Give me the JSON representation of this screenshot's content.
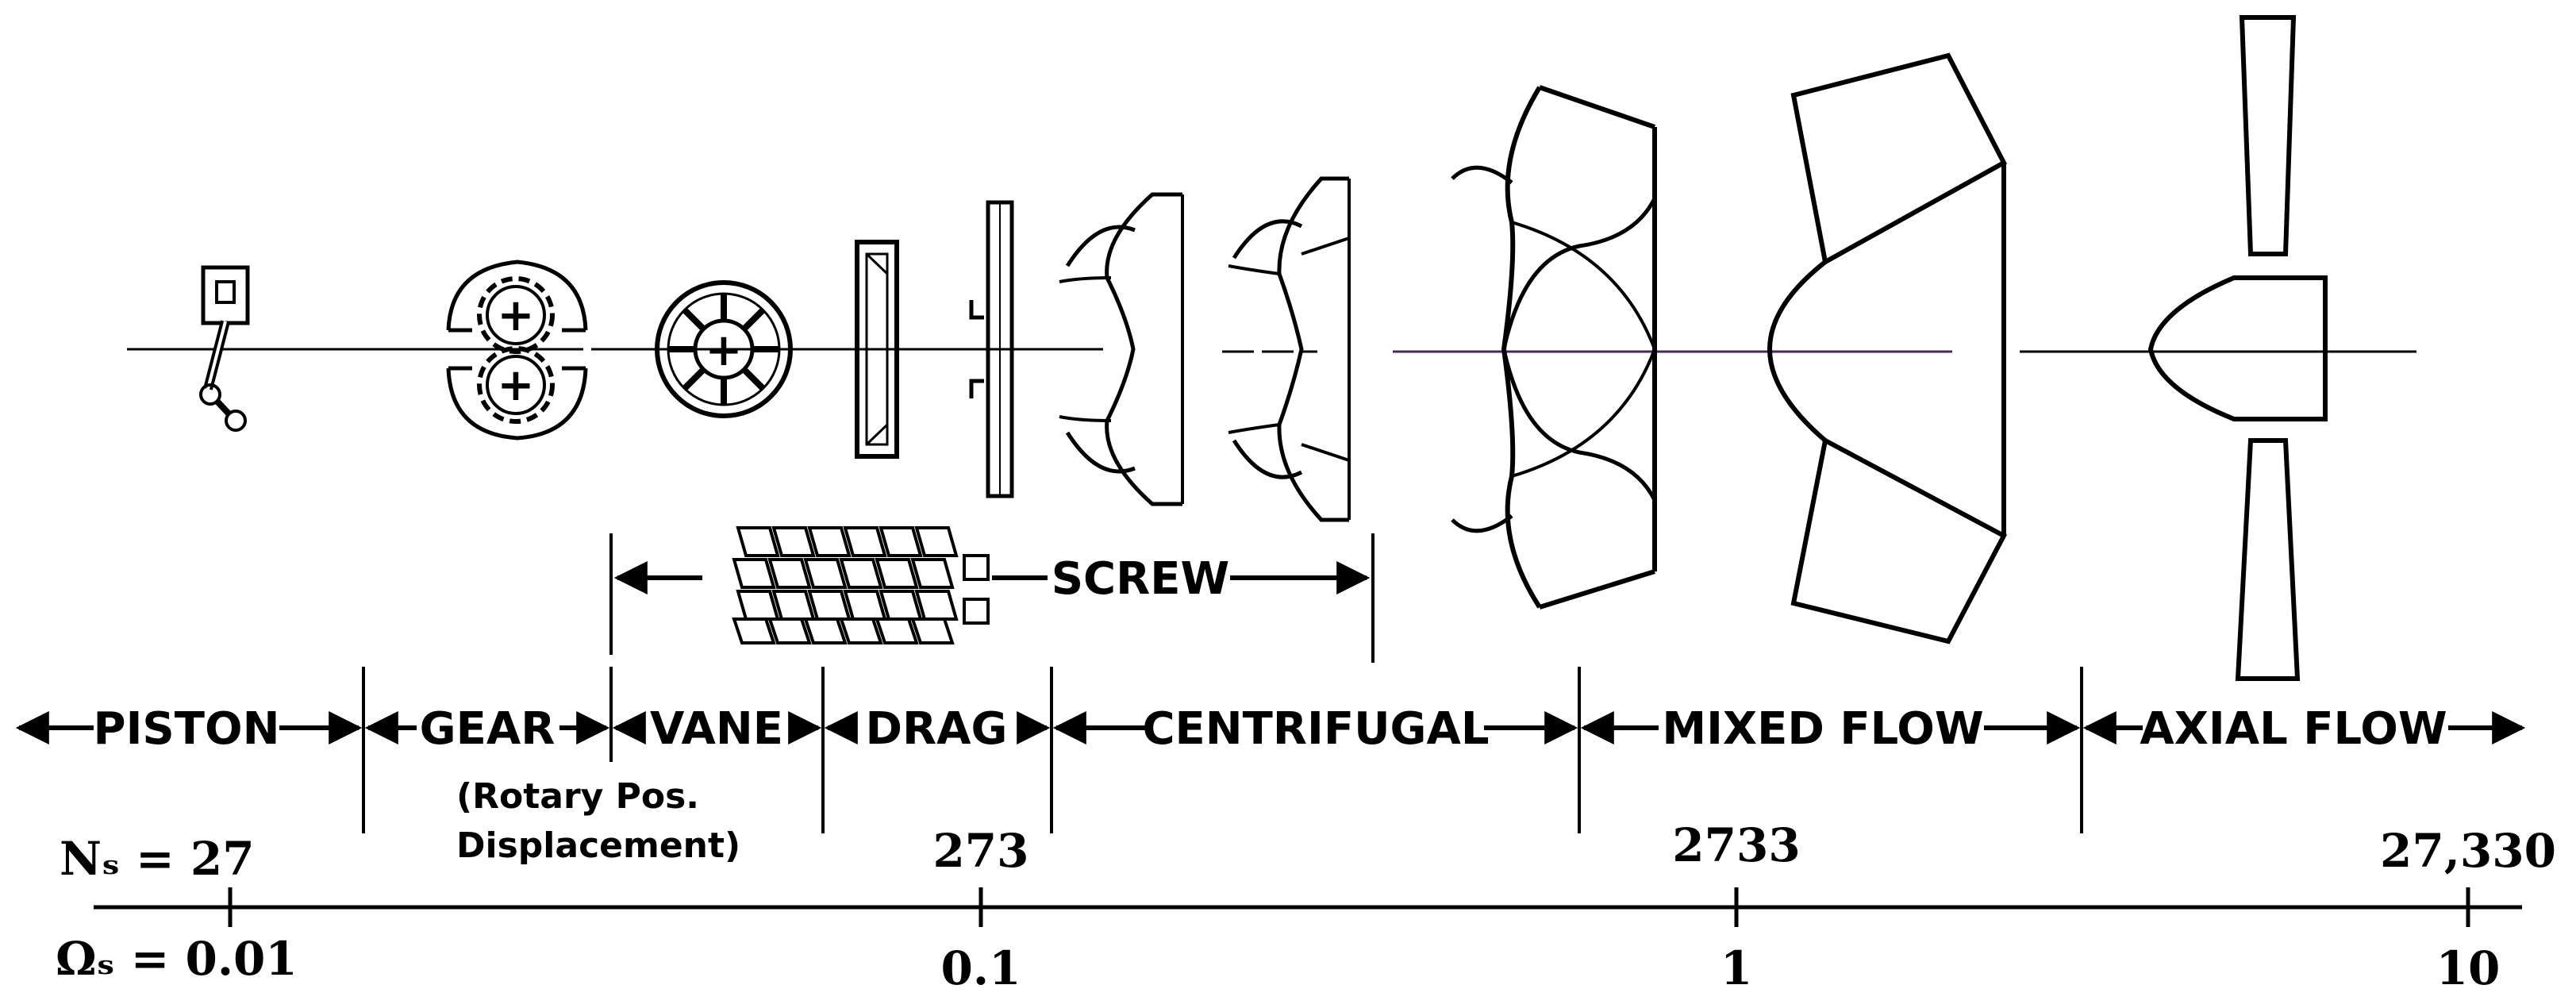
{
  "screw_label": "SCREW",
  "ranges": [
    {
      "label": "PISTON"
    },
    {
      "label": "GEAR"
    },
    {
      "label": "VANE"
    },
    {
      "label": "DRAG"
    },
    {
      "label": "CENTRIFUGAL"
    },
    {
      "label": "MIXED FLOW"
    },
    {
      "label": "AXIAL FLOW"
    }
  ],
  "gear_note": [
    "(Rotary Pos.",
    "Displacement)"
  ],
  "ns_label": "Nₛ = 27",
  "omega_label": "Ωₛ = 0.01",
  "ns_ticks": [
    "273",
    "2733",
    "27,330"
  ],
  "omega_ticks": [
    "0.1",
    "1",
    "10"
  ],
  "icons": [
    "piston-pump-icon",
    "gear-pump-icon",
    "vane-pump-icon",
    "screw-pump-icon",
    "drag-pump-icon",
    "centrifugal-impeller-icon",
    "mixed-flow-impeller-icon",
    "axial-flow-propeller-icon"
  ]
}
